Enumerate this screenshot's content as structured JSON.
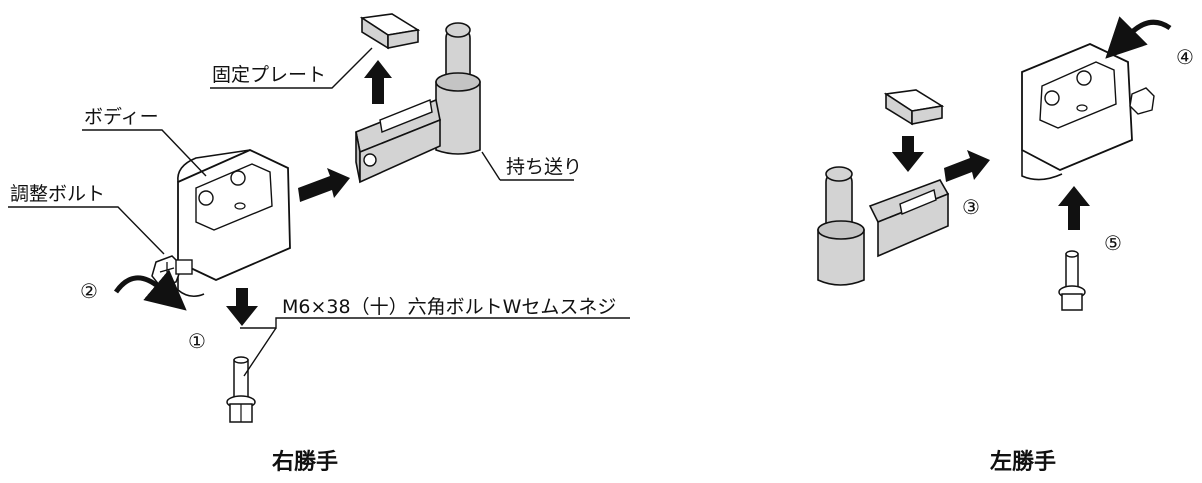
{
  "right_hand": {
    "caption": "右勝手",
    "labels": {
      "fixing_plate": "固定プレート",
      "body": "ボディー",
      "adjust_bolt": "調整ボルト",
      "carrier": "持ち送り",
      "screw": "M6×38（十）六角ボルトWセムスネジ"
    },
    "steps": {
      "s1": "①",
      "s2": "②"
    }
  },
  "left_hand": {
    "caption": "左勝手",
    "steps": {
      "s3": "③",
      "s4": "④",
      "s5": "⑤"
    }
  },
  "colors": {
    "part_fill": "#d3d3d3",
    "line": "#111111",
    "arrow": "#111111"
  }
}
